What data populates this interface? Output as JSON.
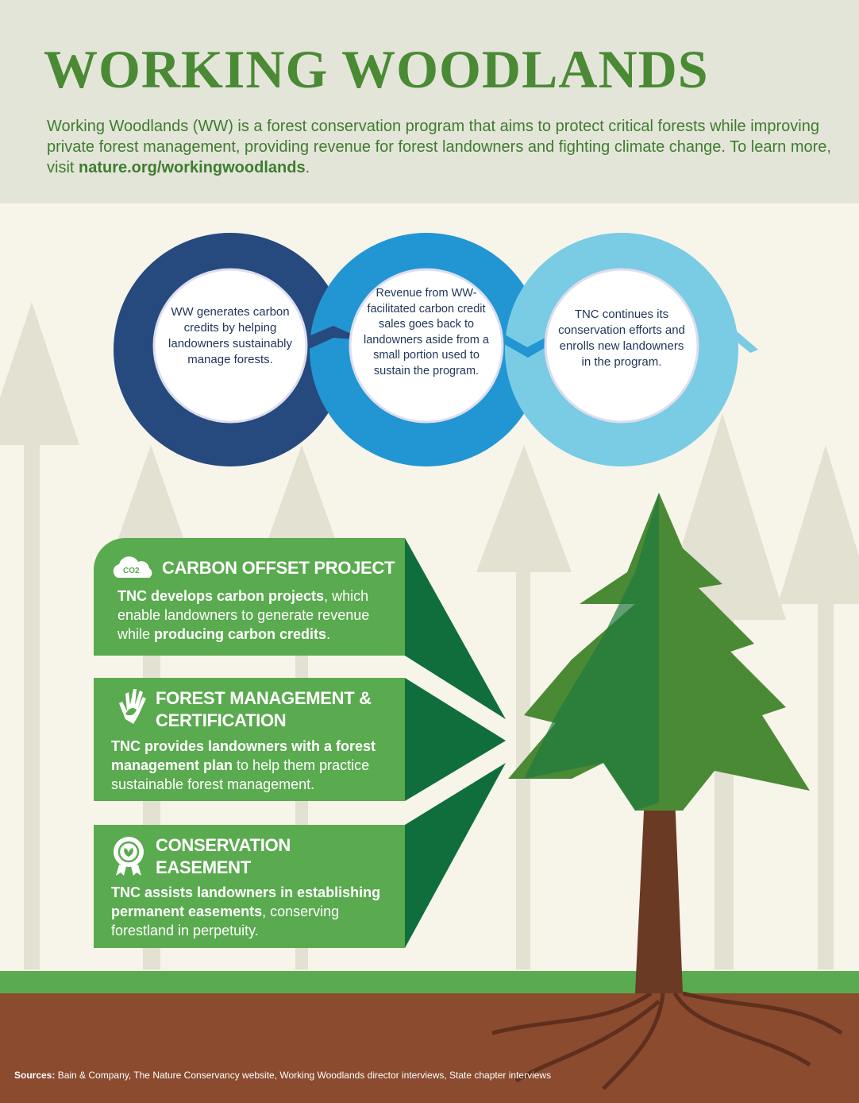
{
  "title": "WORKING WOODLANDS",
  "intro": {
    "text": "Working Woodlands (WW) is a forest conservation program that aims to protect critical forests while improving private forest management, providing revenue for forest landowners and fighting climate change. To learn more, visit ",
    "link": "nature.org/workingwoodlands",
    "end": "."
  },
  "cycle": [
    {
      "text": "WW generates carbon credits by helping landowners sustainably manage forests.",
      "color": "#264a7d"
    },
    {
      "text": "Revenue from WW-facilitated carbon credit sales goes back to landowners aside from a small portion used to sustain the program.",
      "color": "#2196d3"
    },
    {
      "text": "TNC continues its conservation efforts and enrolls new landowners in the program.",
      "color": "#7acbe4"
    }
  ],
  "boxes": [
    {
      "icon": "co2-cloud-icon",
      "icon_text": "CO2",
      "title": "CARBON OFFSET PROJECT",
      "parts": [
        {
          "b": "TNC develops carbon projects"
        },
        {
          "t": ", which enable landowners to generate revenue while "
        },
        {
          "b": "producing carbon credits"
        },
        {
          "t": "."
        }
      ]
    },
    {
      "icon": "hand-leaf-icon",
      "title": "FOREST MANAGEMENT & CERTIFICATION",
      "parts": [
        {
          "b": "TNC provides landowners with a forest management plan"
        },
        {
          "t": " to help them practice sustainable forest management."
        }
      ]
    },
    {
      "icon": "award-ribbon-icon",
      "title": "CONSERVATION EASEMENT",
      "parts": [
        {
          "b": "TNC assists landowners in establishing permanent easements"
        },
        {
          "t": ", conserving forestland in perpetuity."
        }
      ]
    }
  ],
  "sources": {
    "label": "Sources:",
    "text": " Bain & Company, The Nature Conservancy website, Working Woodlands director interviews, State chapter interviews"
  },
  "colors": {
    "green": "#5aaa4f",
    "dark_green": "#0f6e3c",
    "title_green": "#4a8a34",
    "soil": "#8a4b2f"
  }
}
